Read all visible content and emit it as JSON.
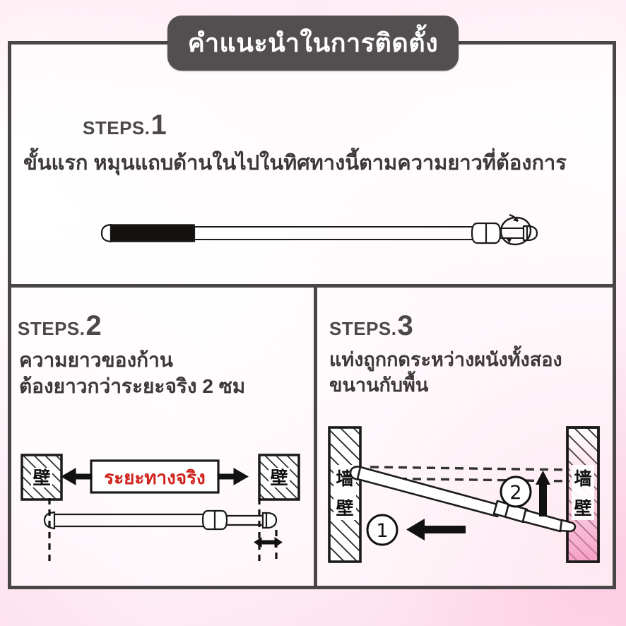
{
  "banner": {
    "title": "คำแนะนำในการติดตั้ง"
  },
  "colors": {
    "frame": "#4a4647",
    "banner_bg": "#534e4f",
    "banner_text": "#ffffff",
    "heading_text": "#4c4748",
    "body_text": "#3c3839",
    "accent_red": "#d0231c",
    "pink_tint": "#f7a7c9",
    "line_art": "#1a1a1a"
  },
  "steps": [
    {
      "label_word": "STEPS.",
      "label_number": "1",
      "text_lines": [
        "ขั้นแรก หมุนแถบด้านในไปในทิศทางนี้ตามความยาวที่ต้องการ"
      ],
      "diagram": {
        "name": "tension-rod-rotate",
        "parts": [
          "end-cap-left",
          "grip-section",
          "inner-tube",
          "collar-joint",
          "rotation-arrow",
          "end-cap-right"
        ]
      }
    },
    {
      "label_word": "STEPS.",
      "label_number": "2",
      "text_lines": [
        "ความยาวของก้าน",
        "ต้องยาวกว่าระยะจริง 2 ซม"
      ],
      "diagram": {
        "name": "wall-to-wall-measure",
        "wall_label_left": "壁",
        "wall_label_right": "壁",
        "distance_label": "ระยะทางจริง",
        "parts": [
          "wall-left",
          "wall-right",
          "distance-box",
          "arrow-left",
          "arrow-right",
          "rod",
          "dashed-guides",
          "overlap-measure"
        ]
      }
    },
    {
      "label_word": "STEPS.",
      "label_number": "3",
      "text_lines": [
        "แท่งถูกกดระหว่างผนังทั้งสอง",
        "ขนานกับพื้น"
      ],
      "diagram": {
        "name": "press-rod-level",
        "wall_label_left": "墙壁",
        "wall_label_right": "墙壁",
        "marker_one": "①",
        "marker_two": "②",
        "parts": [
          "wall-left",
          "wall-right",
          "tilted-rod",
          "dashed-target-line",
          "push-arrow-left",
          "lift-arrow-up"
        ]
      }
    }
  ]
}
